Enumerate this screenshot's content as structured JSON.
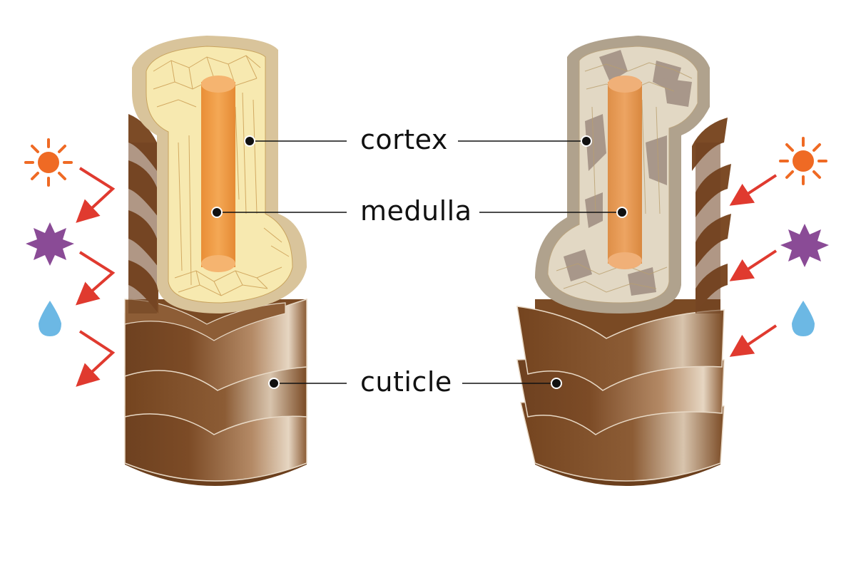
{
  "labels": {
    "cortex": "cortex",
    "medulla": "medulla",
    "cuticle": "cuticle"
  },
  "colors": {
    "cuticle_dark": "#7a4a24",
    "cuticle_light": "#e8d9c6",
    "cortex_healthy": "#f7e9b0",
    "cortex_damaged": "#e2d8c4",
    "medulla": "#f0a04b",
    "rim_healthy": "#d9c49b",
    "rim_damaged": "#b0a28d",
    "sun": "#ef6a24",
    "star": "#8a4b96",
    "drop": "#6cb8e4",
    "arrow": "#e03a2f"
  },
  "icons": {
    "left": [
      "sun-icon",
      "starburst-icon",
      "water-drop-icon"
    ],
    "right": [
      "sun-icon",
      "starburst-icon",
      "water-drop-icon"
    ]
  }
}
